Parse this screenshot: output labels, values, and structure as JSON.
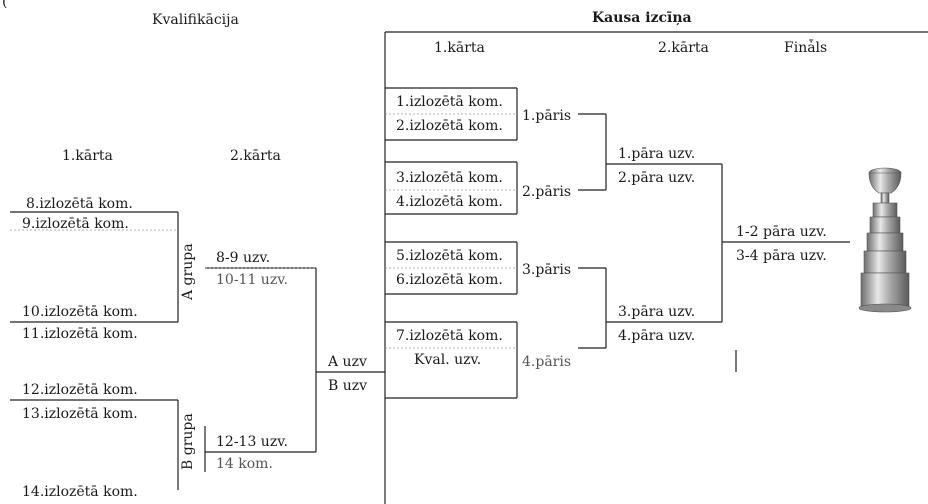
{
  "top_fragment": "(",
  "headers": {
    "qualification": "Kvalifikācija",
    "cup": "Kausa izcīņa",
    "q_round1": "1.kārta",
    "q_round2": "2.kārta",
    "c_round1": "1.kārta",
    "c_round2": "2.kārta",
    "final": "Finǡls"
  },
  "qualification": {
    "teams": [
      "8.izlozētā kom.",
      "9.izlozētā kom.",
      "10.izlozētā kom.",
      "11.izlozētā kom.",
      "12.izlozētā kom.",
      "13.izlozētā kom.",
      "14.izlozētā kom."
    ],
    "group_a": "A grupa",
    "group_b": "B grupa",
    "a_winners": [
      "8-9 uzv.",
      "10-11 uzv."
    ],
    "b_winners": [
      "12-13 uzv.",
      "14 kom."
    ],
    "final_pair": [
      "A uzv",
      "B uzv"
    ]
  },
  "cup": {
    "teams": [
      "1.izlozētā kom.",
      "2.izlozētā kom.",
      "3.izlozētā kom.",
      "4.izlozētā kom.",
      "5.izlozētā kom.",
      "6.izlozētā kom.",
      "7.izlozētā kom.",
      "Kval. uzv."
    ],
    "pairs": [
      "1.pāris",
      "2.pāris",
      "3.pāris",
      "4.pāris"
    ],
    "round2": [
      "1.pāra uzv.",
      "2.pāra uzv.",
      "3.pāra uzv.",
      "4.pāra uzv."
    ],
    "final": [
      "1-2 pāra uzv.",
      "3-4 pāra uzv."
    ]
  },
  "trophy_icon": "trophy-cup-icon"
}
